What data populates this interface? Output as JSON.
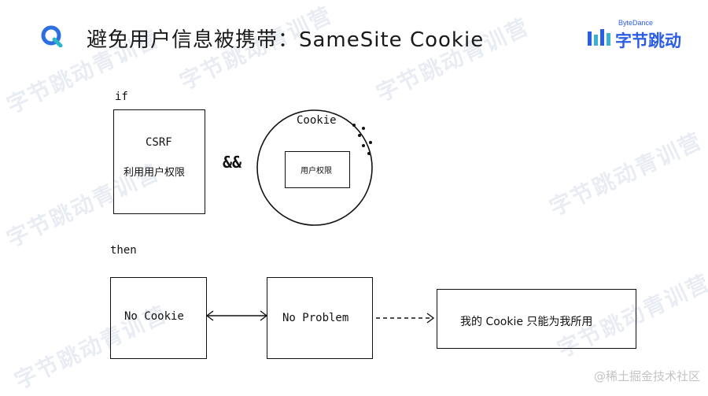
{
  "header": {
    "title": "避免用户信息被携带：SameSite Cookie",
    "brand_small": "ByteDance",
    "brand_big": "字节跳动"
  },
  "watermark": "字节跳动青训营",
  "diagram": {
    "if_label": "if",
    "then_label": "then",
    "and_label": "&&",
    "csrf_box": {
      "line1": "CSRF",
      "line2": "利用用户权限"
    },
    "cookie_circle": {
      "label": "Cookie",
      "inner_box": "用户权限"
    },
    "no_cookie": "No Cookie",
    "no_problem": "No Problem",
    "result": "我的 Cookie 只能为我所用"
  },
  "footer": {
    "credit": "@稀土掘金技术社区"
  },
  "colors": {
    "brand": "#2b5ce6",
    "stroke": "#111111",
    "watermark": "#e9edf3"
  }
}
